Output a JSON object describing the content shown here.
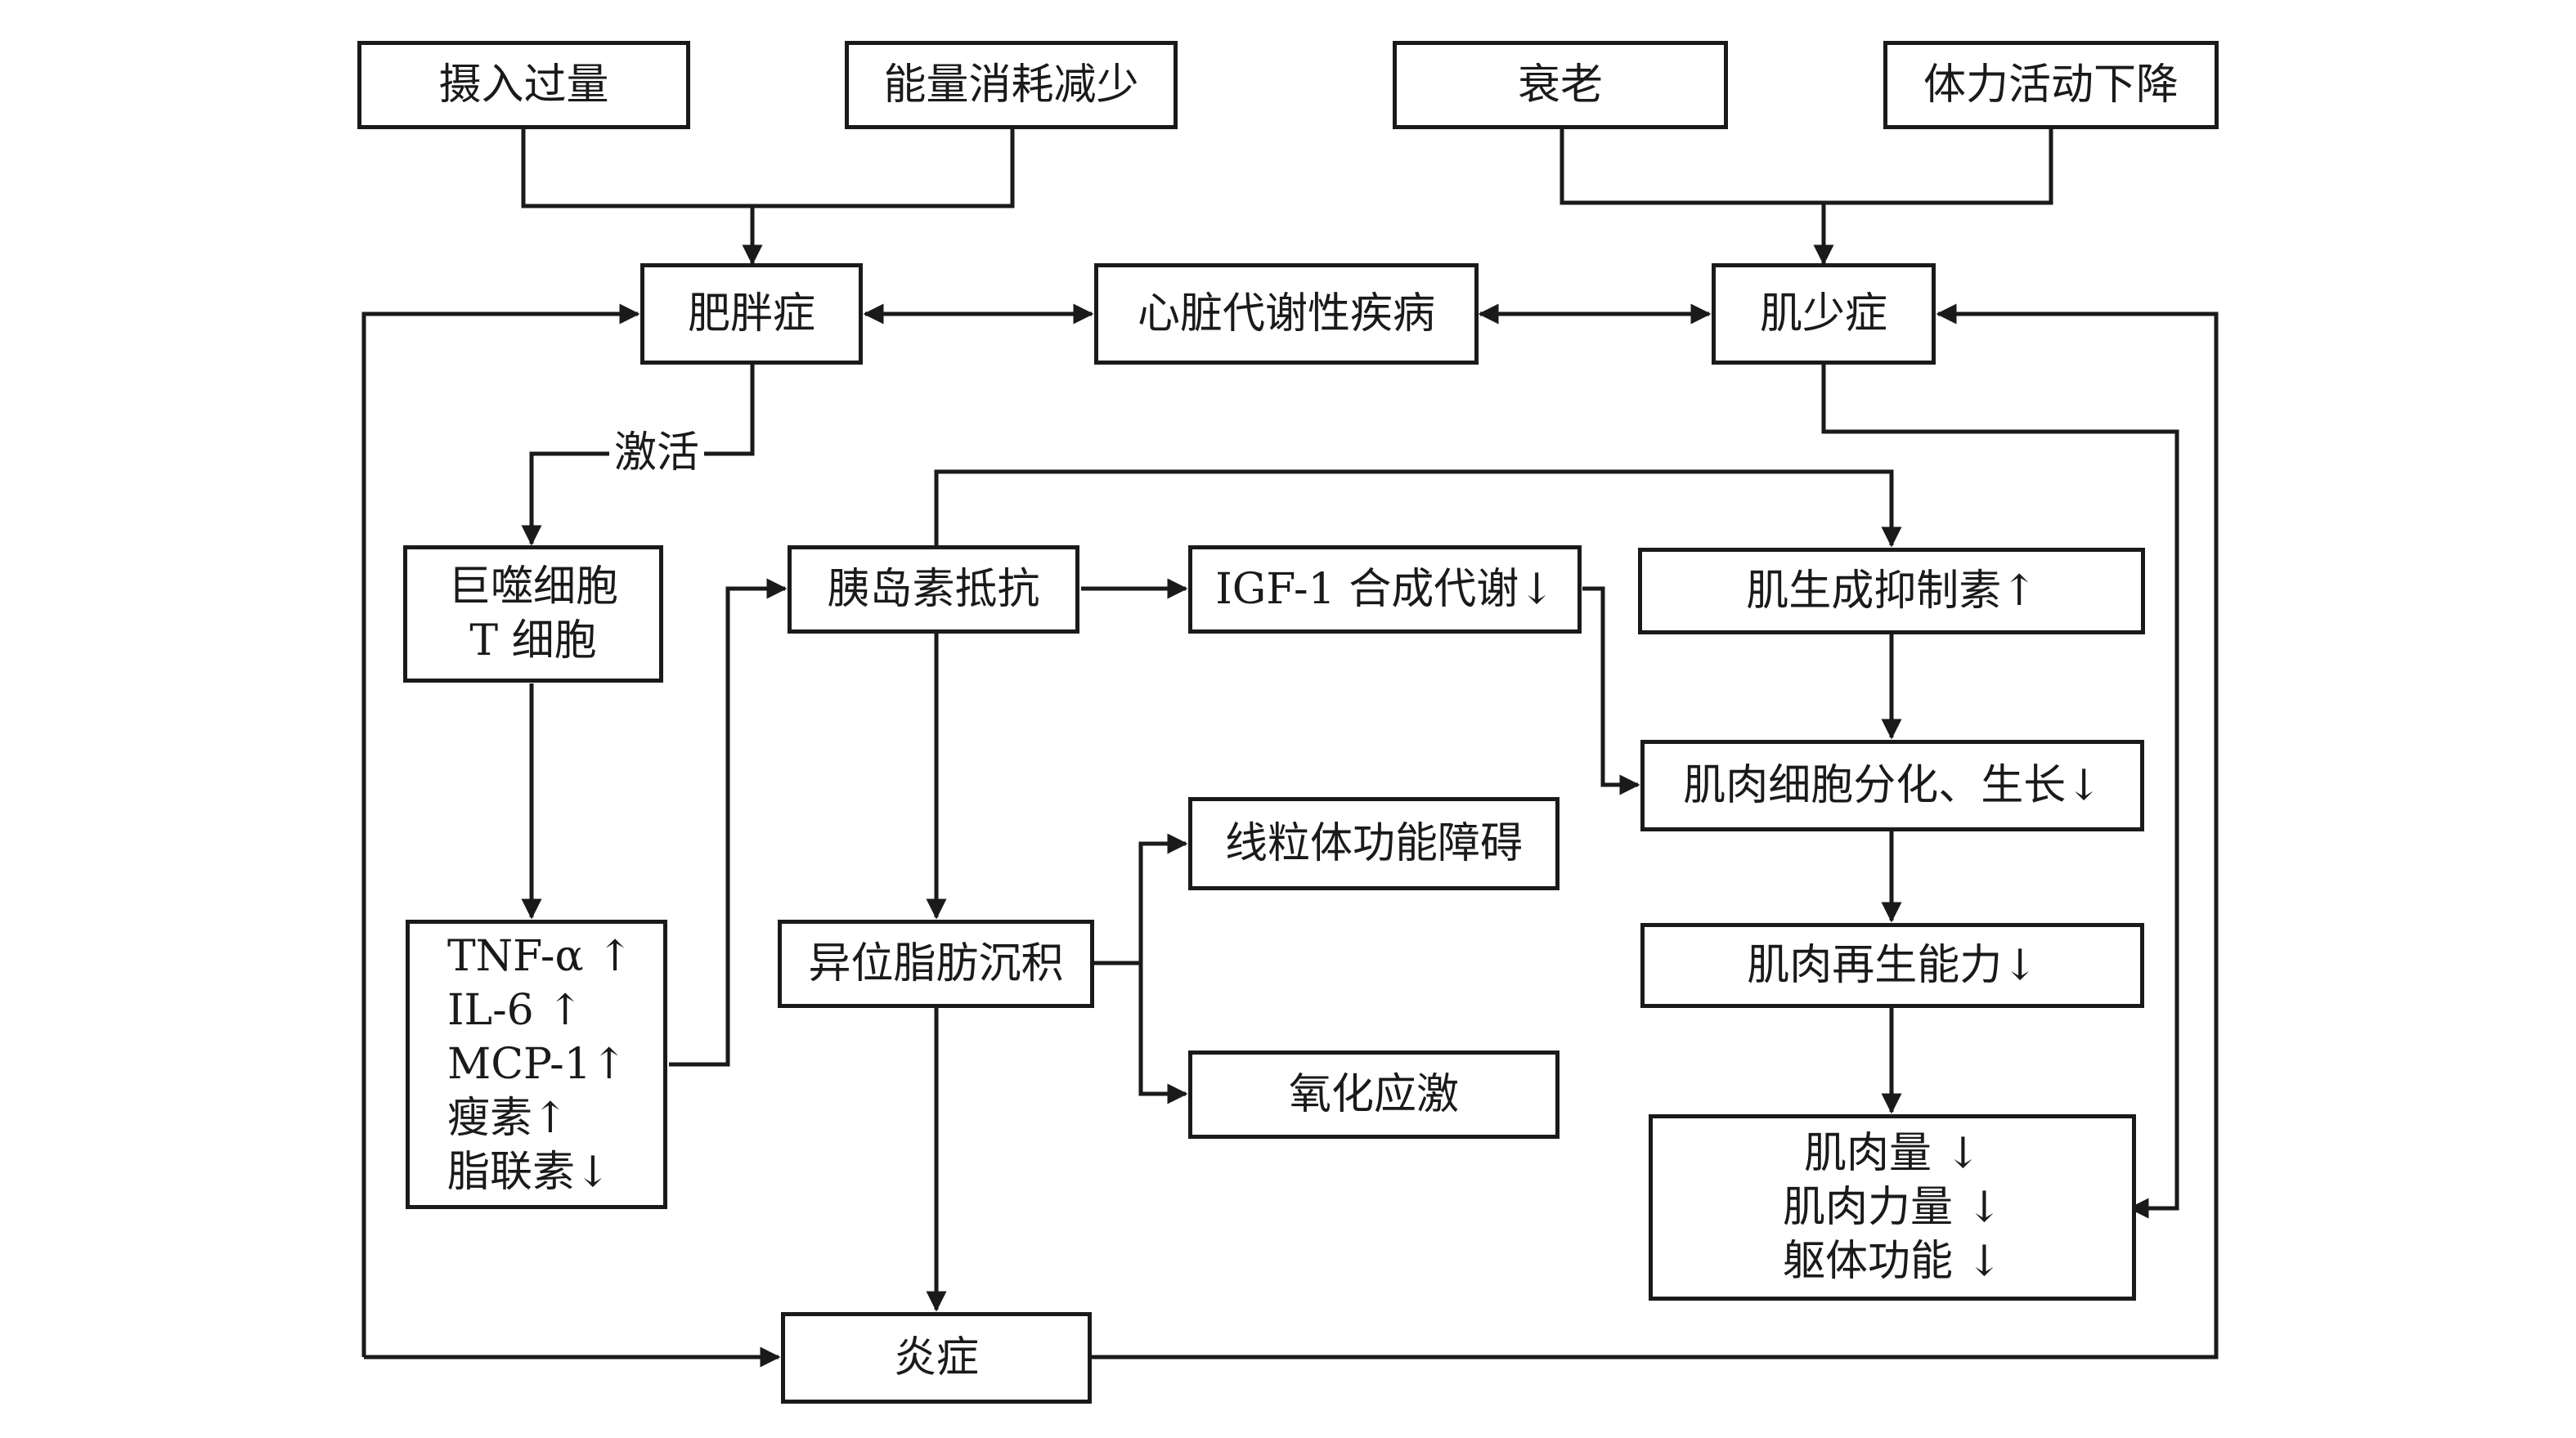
{
  "nodes": {
    "excess_intake": "摄入过量",
    "energy_reduction": "能量消耗减少",
    "aging": "衰老",
    "activity_decline": "体力活动下降",
    "obesity": "肥胖症",
    "cardiometabolic": "心脏代谢性疾病",
    "sarcopenia": "肌少症",
    "macrophage_lines": [
      "巨噬细胞",
      "T 细胞"
    ],
    "insulin_resistance": "胰岛素抵抗",
    "igf1": "IGF-1 合成代谢↓",
    "myostatin": "肌生成抑制素↑",
    "muscle_diff": "肌肉细胞分化、生长↓",
    "mito": "线粒体功能障碍",
    "cytokine_lines": [
      "TNF-α ↑",
      "IL-6 ↑",
      "MCP-1↑",
      "瘦素↑",
      "脂联素↓"
    ],
    "ectopic_fat": "异位脂肪沉积",
    "muscle_regen": "肌肉再生能力↓",
    "oxidative": "氧化应激",
    "muscle_outcome_lines": [
      "肌肉量 ↓",
      "肌肉力量 ↓",
      "躯体功能 ↓"
    ],
    "inflammation": "炎症"
  },
  "edge_labels": {
    "activate": "激活"
  }
}
